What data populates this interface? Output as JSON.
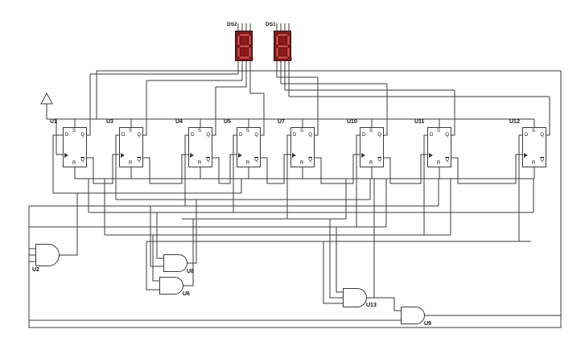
{
  "title": "BCD counter schematic with two 7-segment displays",
  "colors": {
    "wire": "#3a3a3a",
    "display_body": "#8b1a1a",
    "display_segment": "#e05050",
    "background": "#ffffff"
  },
  "pins": {
    "d": "D",
    "s": "S",
    "q": "Q",
    "r": "R",
    "qbar": "Q"
  },
  "power": {
    "symbol": "input-arrow"
  },
  "displays": [
    {
      "id": "DS2",
      "value": "8"
    },
    {
      "id": "DS1",
      "value": "8"
    }
  ],
  "flipflops": [
    {
      "id": "U1"
    },
    {
      "id": "U3"
    },
    {
      "id": "U4"
    },
    {
      "id": "U5"
    },
    {
      "id": "U7"
    },
    {
      "id": "U10"
    },
    {
      "id": "U11"
    },
    {
      "id": "U12"
    }
  ],
  "gates": [
    {
      "id": "U2"
    },
    {
      "id": "U8"
    },
    {
      "id": "U6"
    },
    {
      "id": "U13"
    },
    {
      "id": "U9"
    }
  ],
  "schematic": {
    "wires": [
      "120,88 697,88 697,407 36,407 36,256",
      "120,88 120,148",
      "58,129 58,148",
      "58,148 664,148",
      "70,148 70,192 78,192",
      "93,148 93,158",
      "163,148 163,158",
      "249,148 249,158",
      "309,148 309,158",
      "376,148 376,158",
      "462,148 462,158",
      "546,148 546,158",
      "664,148 664,158",
      "93,222 664,222",
      "93,208 93,222",
      "163,208 163,222",
      "249,208 249,222",
      "309,208 309,222",
      "376,208 376,222",
      "462,208 462,222",
      "546,208 546,222",
      "664,208 664,222",
      "296,29 296,38",
      "301,29 301,38",
      "306,29 306,38",
      "311,29 311,38",
      "344,29 344,38",
      "349,29 349,38",
      "354,29 354,38",
      "359,29 359,38",
      "296,76 296,92",
      "301,76 301,100",
      "306,76 306,108",
      "311,76 311,116",
      "344,76 344,96",
      "349,76 349,104",
      "354,76 354,112",
      "359,76 359,120",
      "112,92 296,92",
      "182,100 301,100",
      "268,108 306,108",
      "311,116 328,116",
      "344,96 395,96",
      "349,104 481,104",
      "354,112 565,112",
      "359,120 683,120",
      "108,168 112,168 112,92",
      "178,168 182,168 182,100",
      "264,168 268,168 268,108",
      "324,168 328,168 328,116",
      "391,168 395,168 395,96",
      "477,168 481,168 481,104",
      "561,168 565,168 565,112",
      "679,168 683,168 683,120",
      "108,196 116,196 116,228 140,228 140,192 148,192",
      "178,196 186,196 186,228 226,228 226,192 234,192",
      "264,196 272,196 272,228 286,228 286,192 294,192",
      "324,196 332,196 332,228 353,228 353,192 361,192",
      "391,196 399,196 399,228 439,228 439,192 447,192",
      "477,196 485,196 485,228 523,228 523,192 531,192",
      "561,196 569,196 569,228 641,228 641,192 649,192",
      "66,240 300,240",
      "144,248 460,248",
      "36,256 545,256",
      "110,264 663,264",
      "226,272 430,272",
      "36,282 480,282",
      "130,292 560,292",
      "182,300 660,300",
      "66,240 66,168 78,168",
      "144,248 144,168 148,168",
      "230,256 230,168 234,168",
      "290,264 290,168 294,168",
      "357,272 357,168 361,168",
      "443,282 443,168 447,168",
      "527,292 527,168 531,168",
      "645,300 645,168 649,168",
      "300,222 300,240",
      "460,222 460,248",
      "545,222 545,256",
      "663,222 663,264",
      "110,222 110,264",
      "430,222 430,272",
      "480,222 480,282",
      "560,222 560,292",
      "130,222 130,292",
      "36,309 44,309",
      "36,317 44,317",
      "36,325 44,325",
      "74,317 96,317 96,240",
      "195,264 195,321 203,321",
      "187,256 187,331 203,331",
      "233,327 244,327 244,248",
      "190,292 190,349 198,349",
      "182,300 182,360 198,360",
      "228,355 240,355 240,272",
      "418,282 418,363 426,363",
      "410,272 410,370 426,370",
      "402,300 402,377 426,377",
      "456,370 465,370 465,222",
      "465,370 490,370 490,386 498,386",
      "36,398 498,398",
      "528,392 697,392"
    ]
  }
}
